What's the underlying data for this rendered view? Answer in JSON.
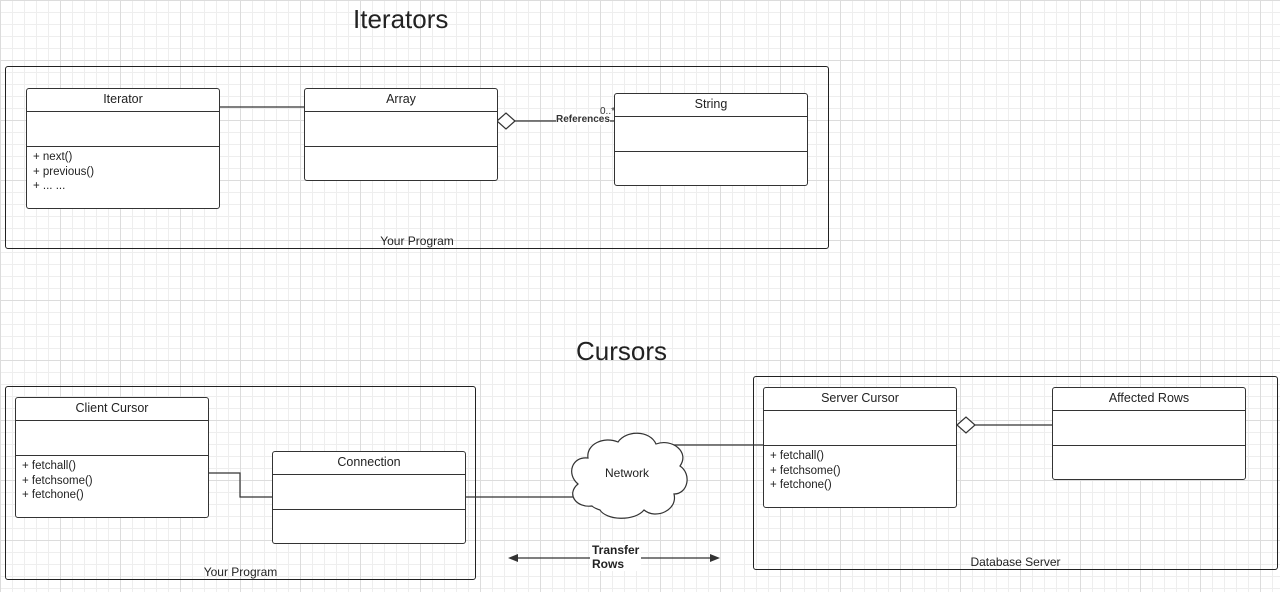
{
  "iterators": {
    "title": "Iterators",
    "frame_label": "Your Program",
    "iterator_class": {
      "name": "Iterator",
      "methods": [
        "+ next()",
        "+ previous()",
        "+ ... ..."
      ]
    },
    "array_class": {
      "name": "Array"
    },
    "string_class": {
      "name": "String"
    },
    "aggregation": {
      "label": "References",
      "multiplicity": "0..*"
    }
  },
  "cursors": {
    "title": "Cursors",
    "program_frame_label": "Your Program",
    "server_frame_label": "Database Server",
    "client_cursor": {
      "name": "Client Cursor",
      "methods": [
        "+ fetchall()",
        "+ fetchsome()",
        "+ fetchone()"
      ]
    },
    "connection": {
      "name": "Connection"
    },
    "network": {
      "label": "Network"
    },
    "server_cursor": {
      "name": "Server Cursor",
      "methods": [
        "+ fetchall()",
        "+ fetchsome()",
        "+ fetchone()"
      ]
    },
    "affected_rows": {
      "name": "Affected Rows"
    },
    "transfer": {
      "line1": "Transfer",
      "line2": "Rows"
    }
  }
}
